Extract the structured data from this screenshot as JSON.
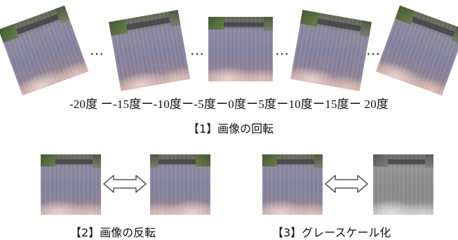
{
  "rotation": {
    "dots": [
      "…",
      "…",
      "…",
      "…"
    ],
    "angle_scale": "-20度 ー-15度ー-10度ー-5度ー0度ー5度ー10度ー15度ー 20度",
    "caption": "【1】画像の回転"
  },
  "flip": {
    "caption": "【2】画像の反転"
  },
  "grayscale": {
    "caption": "【3】グレースケール化"
  },
  "icons": {
    "double_arrow": "double-headed-arrow"
  }
}
